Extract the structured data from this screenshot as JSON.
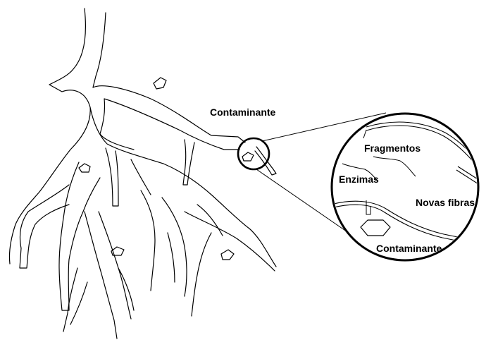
{
  "labels": {
    "contaminant_main": "Contaminante",
    "fragments": "Fragmentos",
    "enzymes": "Enzimas",
    "new_fibers": "Novas fibras",
    "contaminant_zoom": "Contaminante"
  }
}
